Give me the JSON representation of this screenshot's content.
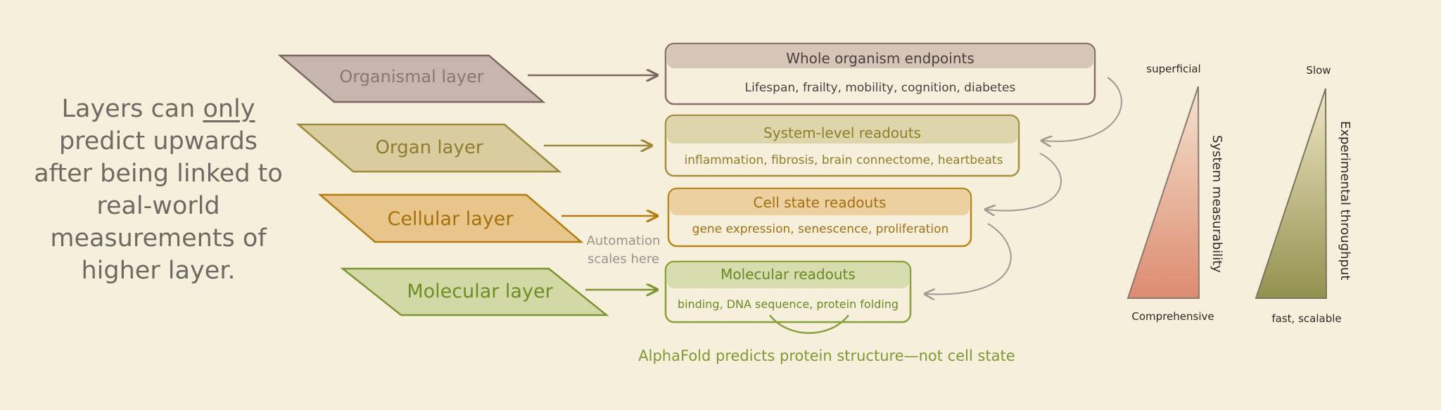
{
  "intro": {
    "before": "Layers can ",
    "emphasis": "only",
    "after": " predict upwards after being linked to real-world measurements of higher layer."
  },
  "layers": [
    {
      "label": "Organismal layer",
      "fill": "#c7b6ab",
      "stroke": "#7d6863",
      "text": "#8a7770"
    },
    {
      "label": "Organ layer",
      "fill": "#d9cc9e",
      "stroke": "#9c8a3c",
      "text": "#8f7d30"
    },
    {
      "label": "Cellular layer",
      "fill": "#e8c68b",
      "stroke": "#b27c12",
      "text": "#a6700c"
    },
    {
      "label": "Molecular layer",
      "fill": "#d2d9a6",
      "stroke": "#7d9433",
      "text": "#6f8d24"
    }
  ],
  "readouts": [
    {
      "title": "Whole organism endpoints",
      "detail": "Lifespan, frailty, mobility, cognition, diabetes",
      "head": "#d6c6b8",
      "stroke": "#86716b",
      "text": "#4a4040"
    },
    {
      "title": "System-level readouts",
      "detail": "inflammation, fibrosis, brain connectome, heartbeats",
      "head": "#ddd5ab",
      "stroke": "#a38f3f",
      "text": "#8f7d28"
    },
    {
      "title": "Cell state readouts",
      "detail": "gene expression, senescence, proliferation",
      "head": "#ecd0a0",
      "stroke": "#b98617",
      "text": "#a27012"
    },
    {
      "title": "Molecular readouts",
      "detail": "binding, DNA sequence, protein folding",
      "head": "#d6dcae",
      "stroke": "#86a03a",
      "text": "#6b8823"
    }
  ],
  "annotations": {
    "automation": [
      "Automation",
      "scales here"
    ],
    "alphafold": "AlphaFold predicts protein structure—not cell state"
  },
  "gauges": [
    {
      "axis_label": "System measurability",
      "top_label": "superficial",
      "bottom_label": "Comprehensive",
      "tip_color": "#f4e2cf",
      "base_color": "#dd8b70",
      "stroke": "#8a7a70"
    },
    {
      "axis_label": "Experimental throughput",
      "top_label": "Slow",
      "bottom_label": "fast, scalable",
      "tip_color": "#eee6c4",
      "base_color": "#93914f",
      "stroke": "#7a7660"
    }
  ],
  "colors": {
    "background": "#f6efdc",
    "feedback_arrow": "#a09a92",
    "intro_text": "#6f6a63"
  }
}
